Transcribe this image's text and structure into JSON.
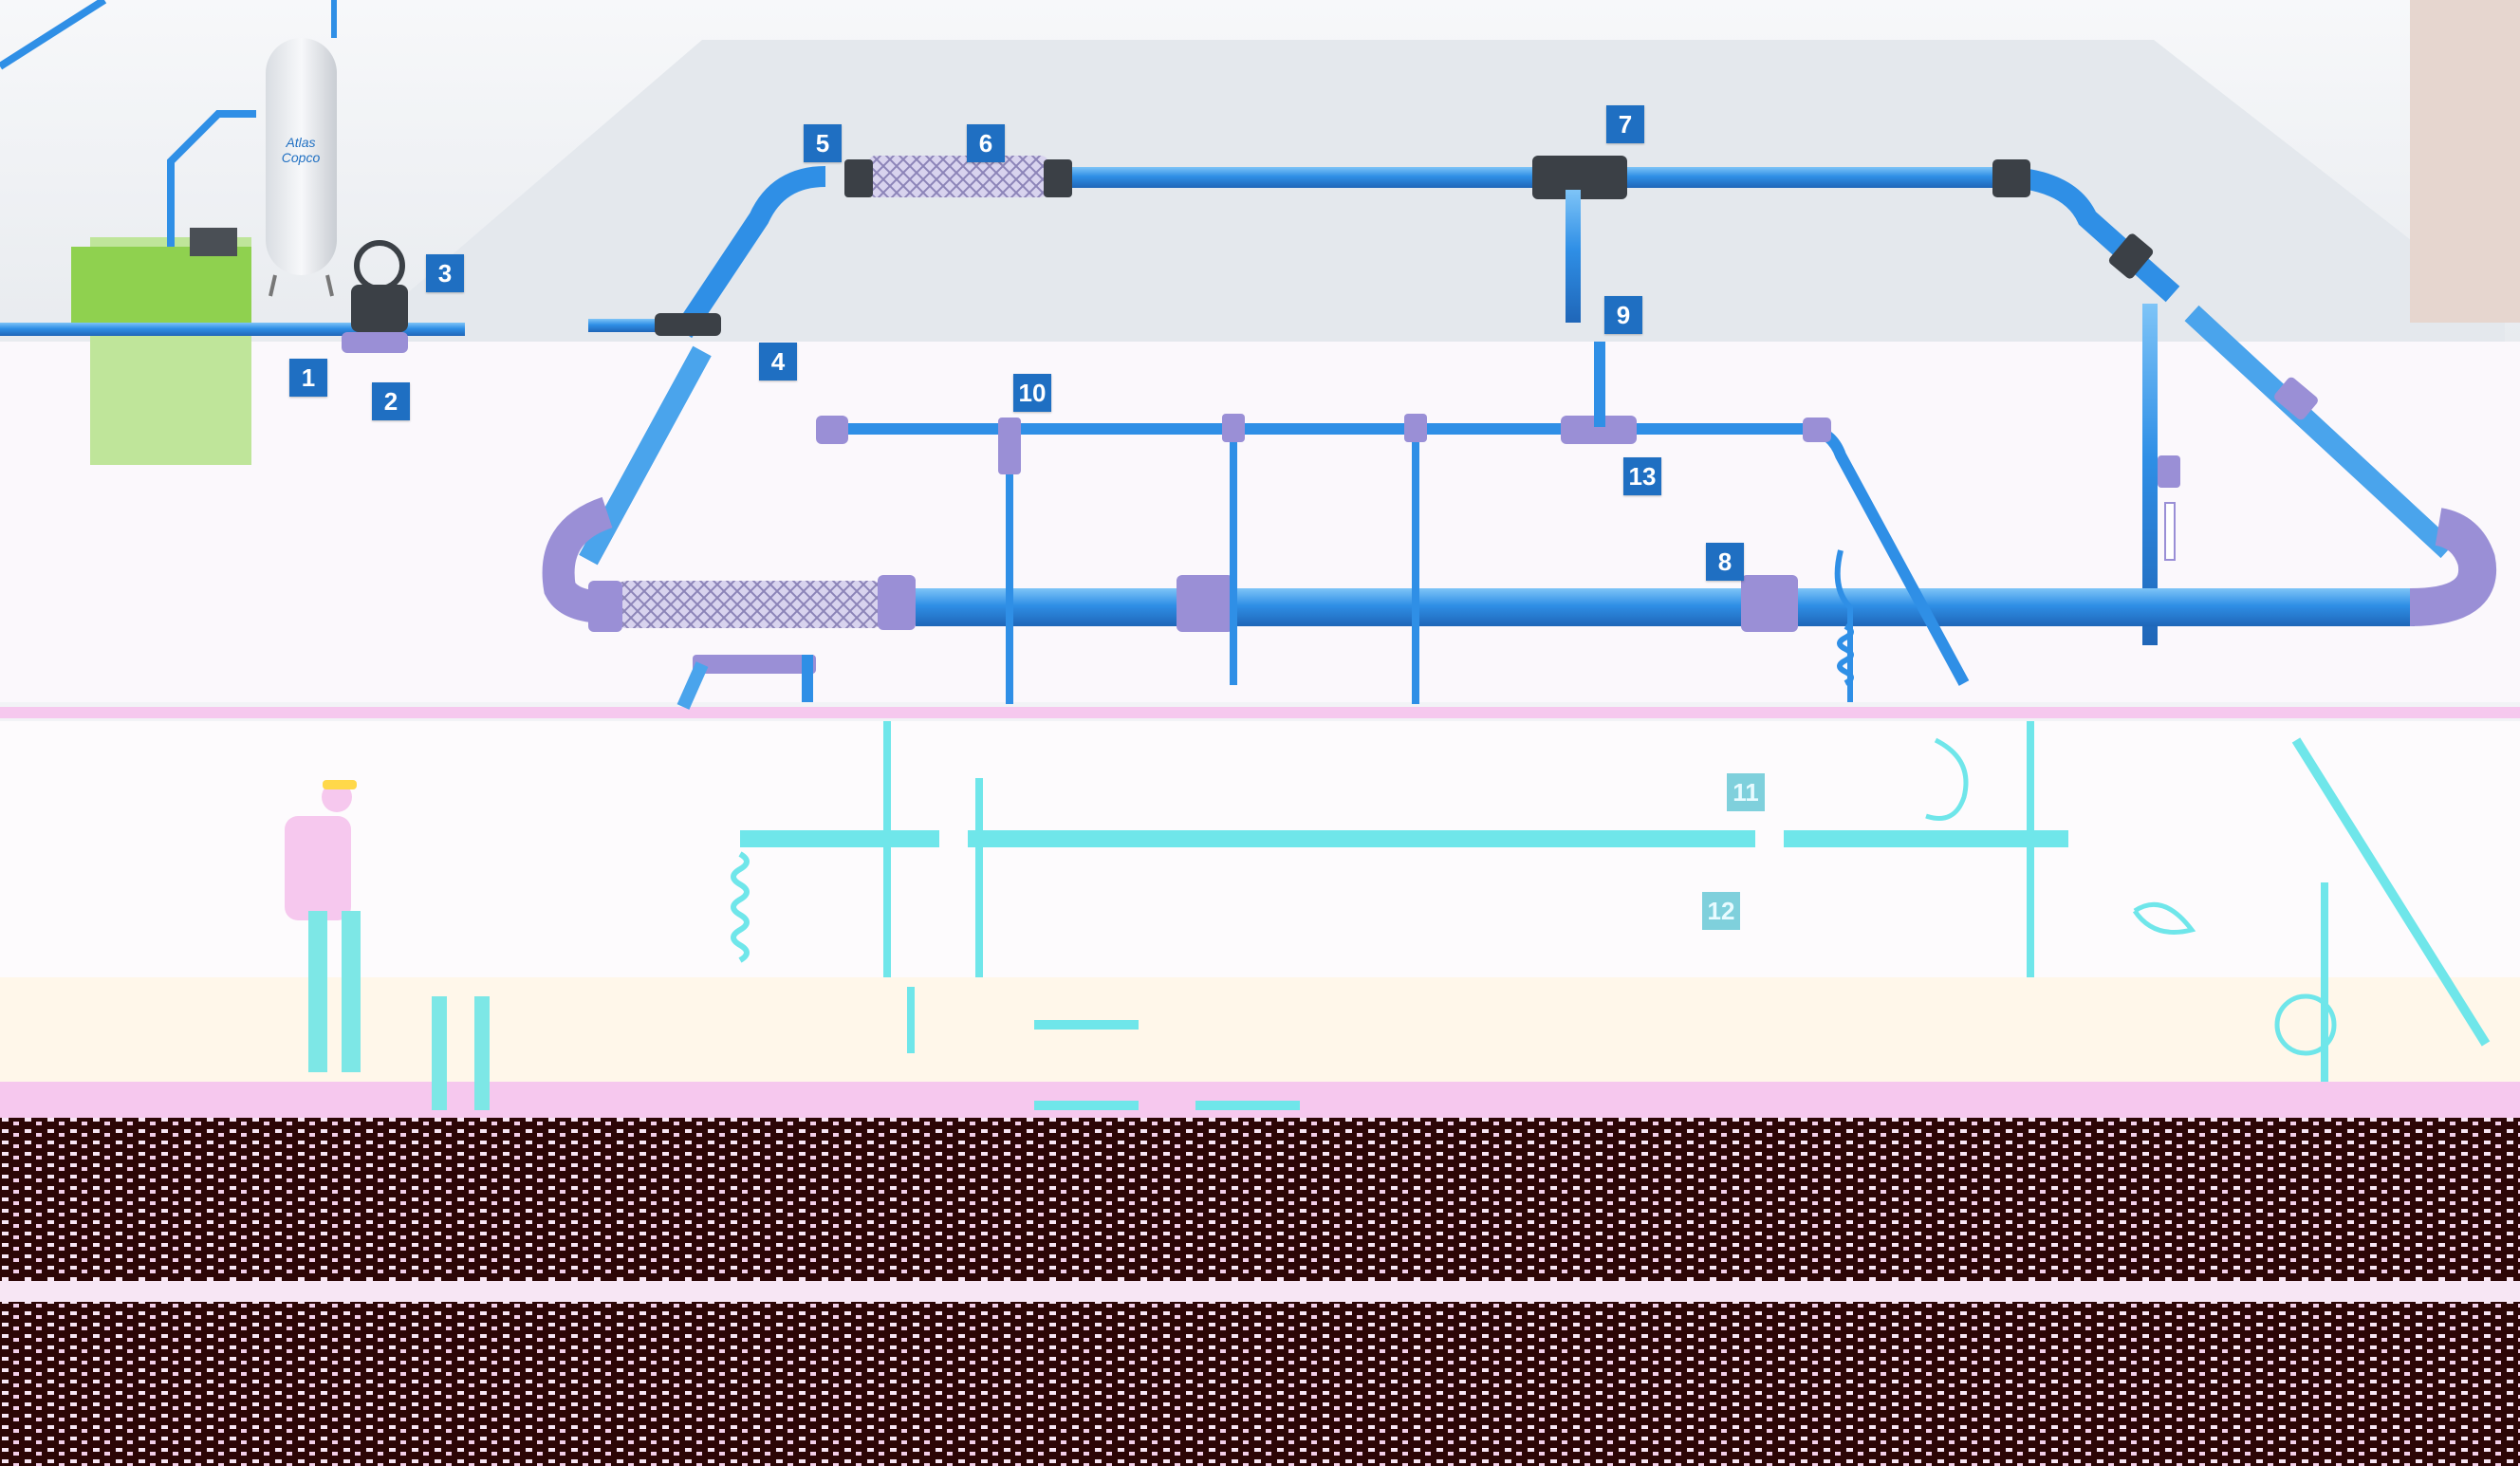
{
  "logo": {
    "text": "Atlas Copco"
  },
  "callouts": [
    {
      "id": "1",
      "label": "1"
    },
    {
      "id": "2",
      "label": "2"
    },
    {
      "id": "3",
      "label": "3"
    },
    {
      "id": "4",
      "label": "4"
    },
    {
      "id": "5",
      "label": "5"
    },
    {
      "id": "6",
      "label": "6"
    },
    {
      "id": "7",
      "label": "7"
    },
    {
      "id": "8",
      "label": "8"
    },
    {
      "id": "9",
      "label": "9"
    },
    {
      "id": "10",
      "label": "10"
    },
    {
      "id": "11",
      "label": "11"
    },
    {
      "id": "12",
      "label": "12"
    },
    {
      "id": "13",
      "label": "13"
    }
  ],
  "colors": {
    "pipe": "#2f8fe6",
    "pipe_light": "#6fc3f2",
    "fitting": "#3b4046",
    "fitting_ghost": "#9a8fd6",
    "callout": "#1f6fc2",
    "wall": "#eef0f3",
    "compressor": "#8fd14f",
    "ghost_pipe": "#6fe6ea",
    "dark_band": "#2c0606",
    "pink_band": "#f6c8ee"
  },
  "icons": [
    "air-receiver-tank-icon",
    "compressor-icon",
    "valve-wheel-icon",
    "worker-figure-icon",
    "coil-hose-icon",
    "air-tool-icon",
    "flexible-hose-icon"
  ]
}
